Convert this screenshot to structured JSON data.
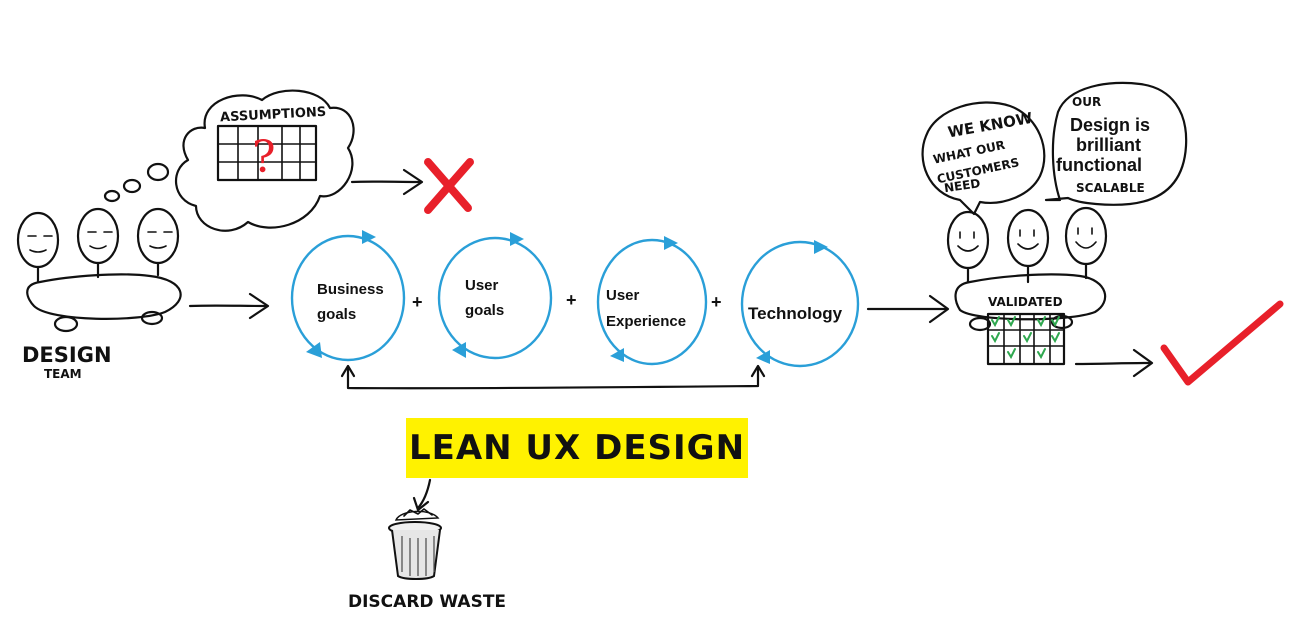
{
  "assumptions_label": "ASSUMPTIONS",
  "question_mark": "?",
  "design_team": {
    "line1": "DESIGN",
    "line2": "TEAM"
  },
  "cycles": [
    {
      "line1": "Business",
      "line2": "goals"
    },
    {
      "line1": "User",
      "line2": "goals"
    },
    {
      "line1": "User",
      "line2": "Experience"
    },
    {
      "line1": "Technology",
      "line2": ""
    }
  ],
  "plus": "+",
  "bubble_left": {
    "lines": [
      "WE KNOW",
      "WHAT OUR",
      "CUSTOMERS",
      "NEED"
    ]
  },
  "bubble_right": {
    "lines": [
      "OUR",
      "Design is",
      "brilliant",
      "functional",
      "SCALABLE"
    ]
  },
  "validated_label": "VALIDATED",
  "banner_label": "LEAN UX DESIGN",
  "discard_label": "DISCARD WASTE",
  "colors": {
    "cycle": "#2a9fd8",
    "cross": "#e8202a",
    "check": "#e8202a",
    "banner": "#fff200",
    "tick": "#2fa84f",
    "question": "#e8202a"
  }
}
